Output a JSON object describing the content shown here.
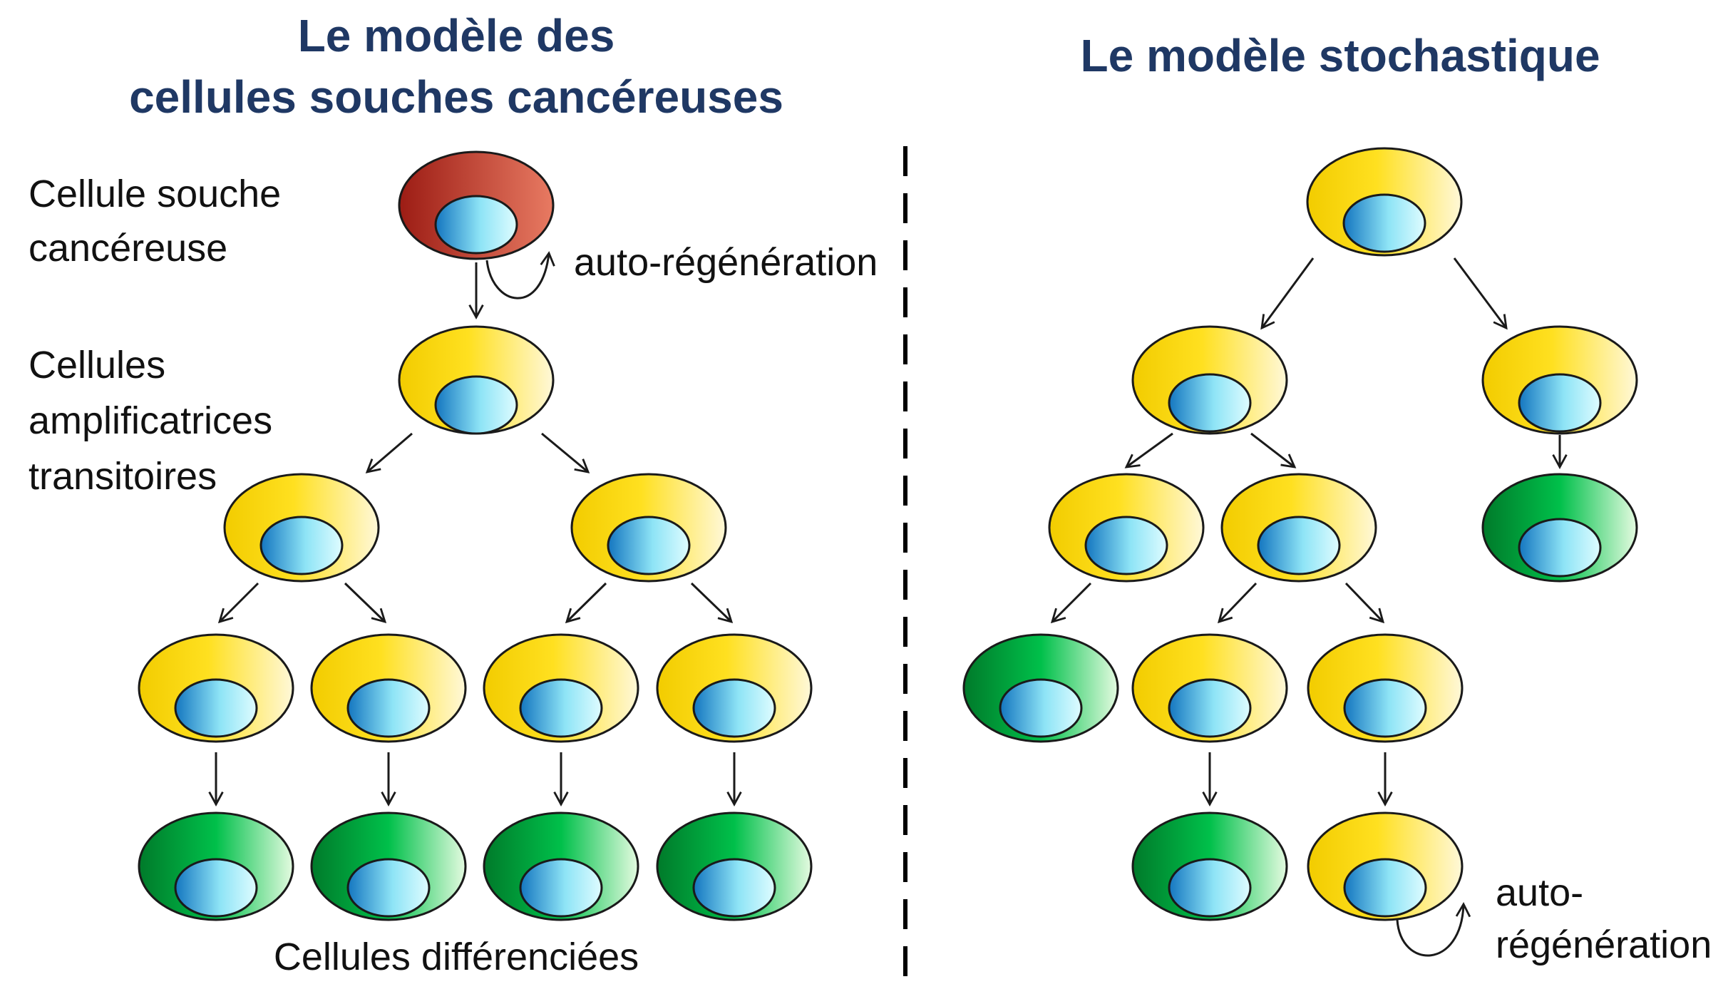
{
  "left_panel": {
    "title_line1": "Le modèle des",
    "title_line2": "cellules souches cancéreuses",
    "label_stem_line1": "Cellule souche",
    "label_stem_line2": "cancéreuse",
    "label_amp_line1": "Cellules",
    "label_amp_line2": "amplificatrices",
    "label_amp_line3": "transitoires",
    "label_self_renewal": "auto-régénération",
    "label_differentiated": "Cellules différenciées"
  },
  "right_panel": {
    "title": "Le modèle stochastique",
    "label_self_renewal_line1": "auto-",
    "label_self_renewal_line2": "régénération"
  },
  "colors": {
    "title": "#1f3864",
    "stem_cell": "#a8261c",
    "progenitor_cell": "#ffd500",
    "differentiated_cell": "#00a63c",
    "nucleus": "#7ad6f0",
    "divider": "#000000"
  }
}
